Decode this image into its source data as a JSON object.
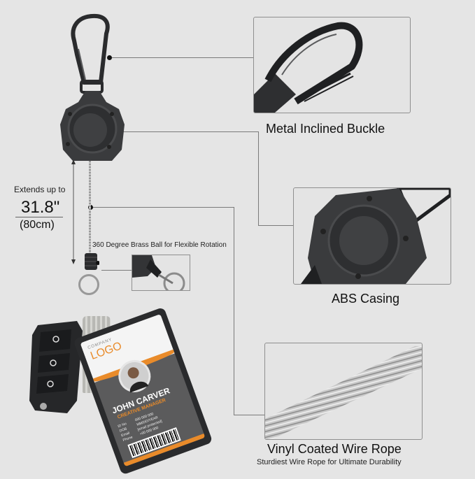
{
  "extends": {
    "label": "Extends up to",
    "length_in": "31.8\"",
    "length_cm": "(80cm)"
  },
  "callouts": {
    "brass_ball": "360 Degree Brass Ball for Flexible Rotation",
    "buckle": "Metal Inclined Buckle",
    "casing": "ABS Casing",
    "wire_rope": "Vinyl Coated Wire Rope",
    "wire_rope_sub": "Sturdiest Wire Rope for Ultimate Durability"
  },
  "id_card": {
    "company_small": "COMPANY",
    "company_logo": "LOGO",
    "name": "JOHN CARVER",
    "title": "CREATIVE MANAGER",
    "fields": [
      {
        "label": "ID No",
        "value": "000 000 000"
      },
      {
        "label": "DOB",
        "value": "MM/DD/YEAR"
      },
      {
        "label": "Email",
        "value": "[email protected]"
      },
      {
        "label": "Phone",
        "value": "+00 000 000"
      }
    ]
  },
  "colors": {
    "background": "#e5e5e5",
    "accent_orange": "#e98b2a",
    "product_dark": "#2e2f31"
  }
}
